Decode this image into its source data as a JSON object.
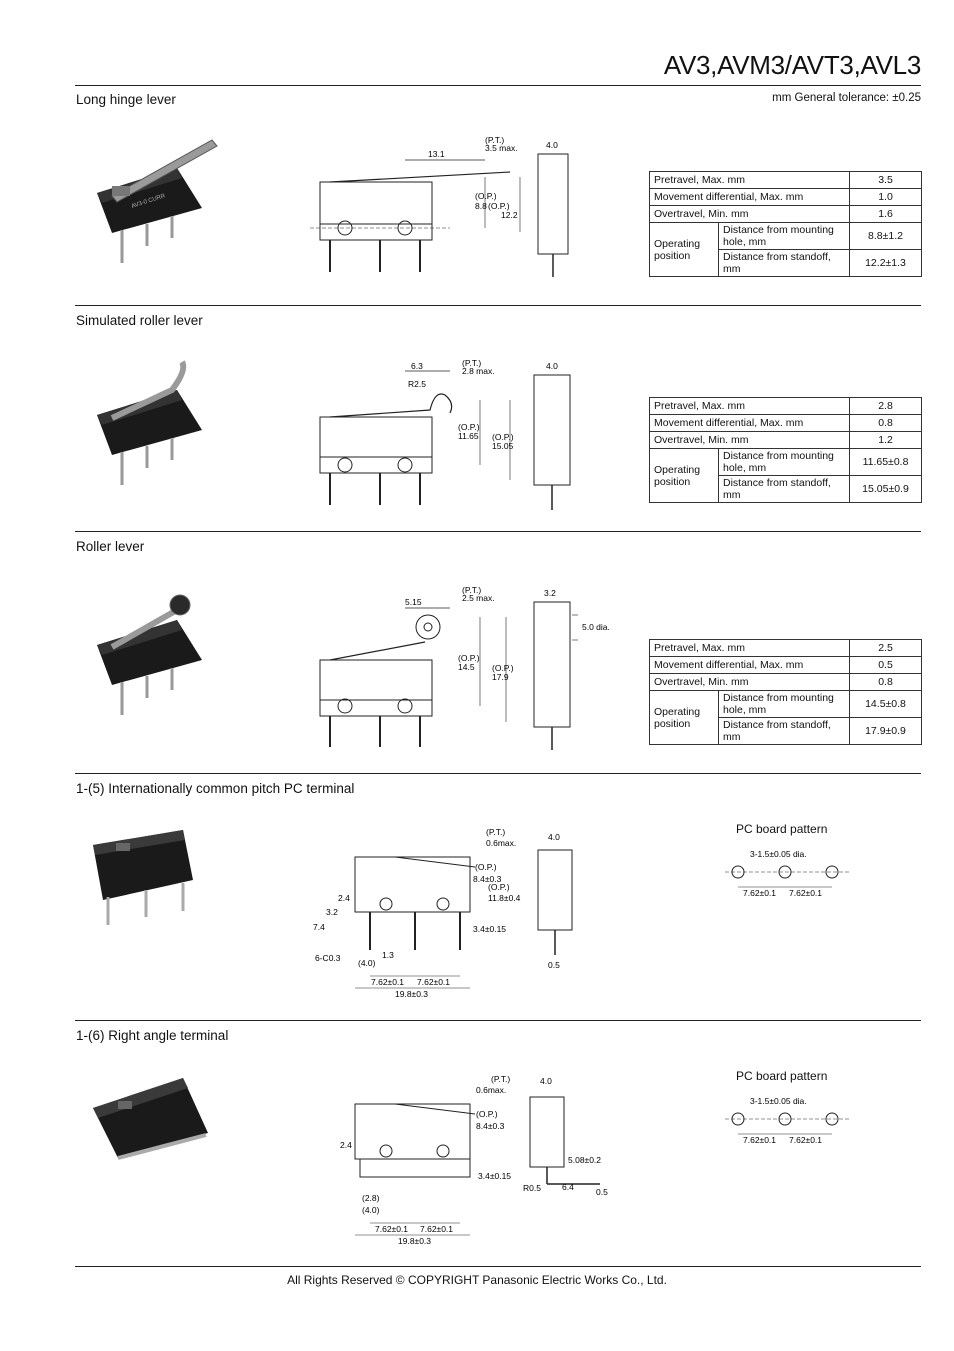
{
  "header": {
    "title": "AV3,AVM3/AVT3,AVL3",
    "tolerance": "mm General tolerance: ±0.25"
  },
  "sections": [
    {
      "title": "Long hinge lever",
      "dims": {
        "pt": "(P.T.)",
        "pt_val": "3.5 max.",
        "lever": "13.1",
        "width": "4.0",
        "op1": "(O.P.)",
        "op1_val": "8.8",
        "op2": "(O.P.)",
        "op2_val": "12.2"
      },
      "rows": [
        {
          "label": "Pretravel, Max. mm",
          "value": "3.5"
        },
        {
          "label": "Movement differential, Max. mm",
          "value": "1.0"
        },
        {
          "label": "Overtravel, Min. mm",
          "value": "1.6"
        }
      ],
      "op_label": "Operating position",
      "op_rows": [
        {
          "label": "Distance from mounting hole, mm",
          "value": "8.8±1.2"
        },
        {
          "label": "Distance from standoff, mm",
          "value": "12.2±1.3"
        }
      ]
    },
    {
      "title": "Simulated roller lever",
      "dims": {
        "pt": "(P.T.)",
        "pt_val": "2.8 max.",
        "lever": "6.3",
        "radius": "R2.5",
        "width": "4.0",
        "op1": "(O.P.)",
        "op1_val": "11.65",
        "op2": "(O.P.)",
        "op2_val": "15.05"
      },
      "rows": [
        {
          "label": "Pretravel, Max. mm",
          "value": "2.8"
        },
        {
          "label": "Movement differential, Max. mm",
          "value": "0.8"
        },
        {
          "label": "Overtravel, Min. mm",
          "value": "1.2"
        }
      ],
      "op_label": "Operating position",
      "op_rows": [
        {
          "label": "Distance from mounting hole, mm",
          "value": "11.65±0.8"
        },
        {
          "label": "Distance from standoff, mm",
          "value": "15.05±0.9"
        }
      ]
    },
    {
      "title": "Roller lever",
      "dims": {
        "pt": "(P.T.)",
        "pt_val": "2.5 max.",
        "lever": "5.15",
        "width": "3.2",
        "roller": "5.0 dia.",
        "op1": "(O.P.)",
        "op1_val": "14.5",
        "op2": "(O.P.)",
        "op2_val": "17.9"
      },
      "rows": [
        {
          "label": "Pretravel, Max. mm",
          "value": "2.5"
        },
        {
          "label": "Movement differential, Max. mm",
          "value": "0.5"
        },
        {
          "label": "Overtravel, Min. mm",
          "value": "0.8"
        }
      ],
      "op_label": "Operating position",
      "op_rows": [
        {
          "label": "Distance from mounting hole, mm",
          "value": "14.5±0.8"
        },
        {
          "label": "Distance from standoff, mm",
          "value": "17.9±0.9"
        }
      ]
    },
    {
      "title": "1-(5) Internationally common pitch PC terminal",
      "dims": {
        "pt": "(P.T.)",
        "pt_val": "0.6max.",
        "width": "4.0",
        "op1": "(O.P.)",
        "op1_val": "8.4±0.3",
        "op2": "(O.P.)",
        "op2_val": "11.8±0.4",
        "d24": "2.4",
        "d32": "3.2",
        "d74": "7.4",
        "chamfer": "6-C0.3",
        "d13": "1.3",
        "d40": "(4.0)",
        "p1": "7.62±0.1",
        "p2": "7.62±0.1",
        "len": "19.8±0.3",
        "d34": "3.4±0.15",
        "d05": "0.5"
      },
      "pcb_title": "PC board pattern",
      "pcb_hole": "3-1.5±0.05 dia.",
      "pcb_p1": "7.62±0.1",
      "pcb_p2": "7.62±0.1"
    },
    {
      "title": "1-(6) Right angle terminal",
      "dims": {
        "pt": "(P.T.)",
        "pt_val": "0.6max.",
        "width": "4.0",
        "op1": "(O.P.)",
        "op1_val": "8.4±0.3",
        "d24": "2.4",
        "d28": "(2.8)",
        "d40": "(4.0)",
        "p1": "7.62±0.1",
        "p2": "7.62±0.1",
        "len": "19.8±0.3",
        "d34": "3.4±0.15",
        "d508": "5.08±0.2",
        "r05": "R0.5",
        "d64": "6.4",
        "d05": "0.5"
      },
      "pcb_title": "PC board pattern",
      "pcb_hole": "3-1.5±0.05 dia.",
      "pcb_p1": "7.62±0.1",
      "pcb_p2": "7.62±0.1"
    }
  ],
  "footer": "All Rights Reserved © COPYRIGHT Panasonic Electric Works Co., Ltd."
}
